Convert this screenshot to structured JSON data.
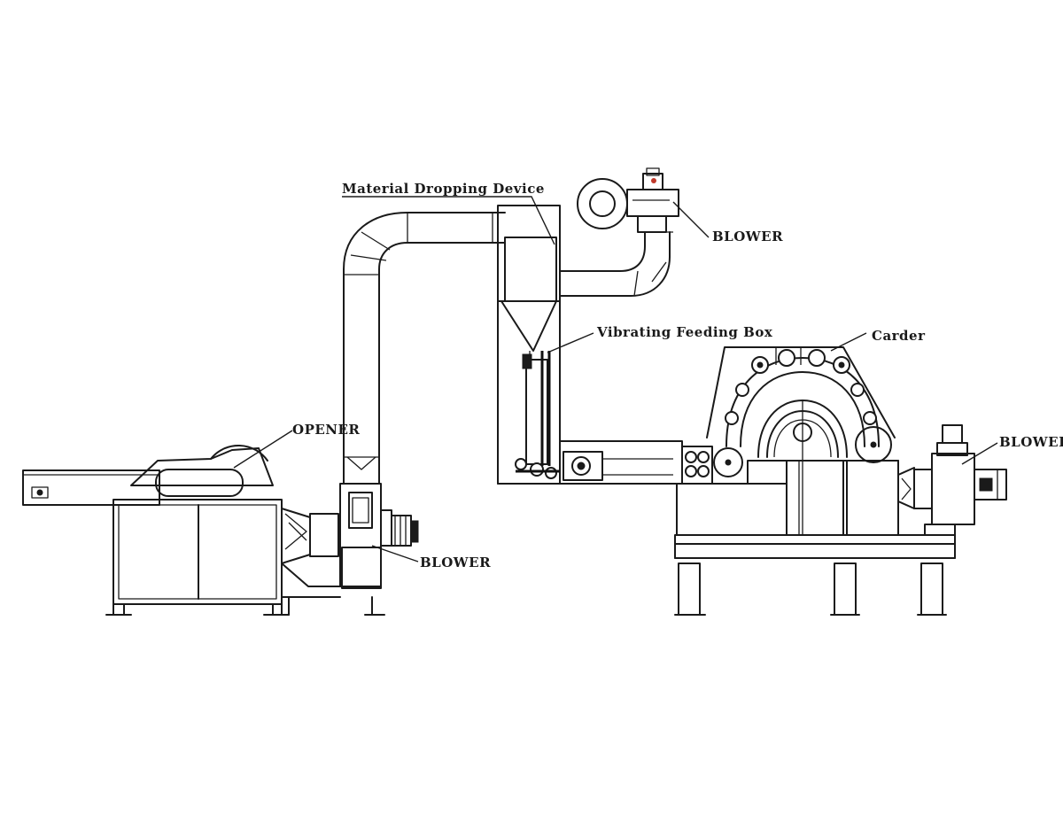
{
  "labels": {
    "material_dropping_device": "Material Dropping Device",
    "blower_top": "BLOWER",
    "vibrating_feeding_box": "Vibrating Feeding Box",
    "carder": "Carder",
    "opener": "OPENER",
    "blower_left": "BLOWER",
    "blower_right": "BLOWER"
  },
  "colors": {
    "line": "#1a1a1a",
    "background": "#ffffff",
    "accent_mark": "#c0392b"
  }
}
